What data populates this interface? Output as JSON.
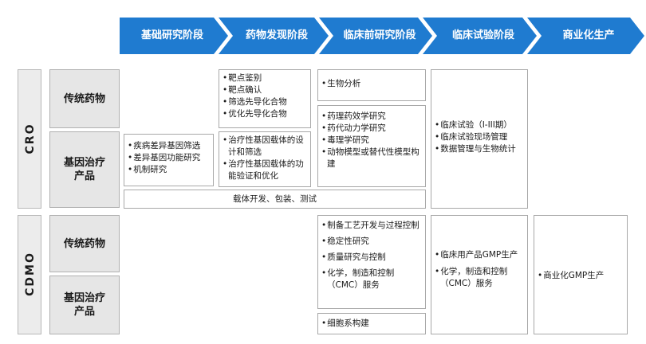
{
  "stages": [
    "基础研究阶段",
    "药物发现阶段",
    "临床前研究阶段",
    "临床试验阶段",
    "商业化生产"
  ],
  "colors": {
    "stage_blue": "#1f7bd0",
    "band_gray": "#ececec",
    "cell_gray": "#e6e6e6"
  },
  "cro": {
    "label": "CRO",
    "row1_label": "传统药物",
    "row2_label": "基因治疗\n产品",
    "discovery_items": [
      "靶点鉴别",
      "靶点确认",
      "筛选先导化合物",
      "优化先导化合物"
    ],
    "preclinical_trad": [
      "生物分析"
    ],
    "basic_gene": [
      "疾病差异基因筛选",
      "差异基因功能研究",
      "机制研究"
    ],
    "discovery_gene": [
      "治疗性基因载体的设计和筛选",
      "治疗性基因载体的功能验证和优化"
    ],
    "preclinical_shared": [
      "药理药效学研究",
      "药代动力学研究",
      "毒理学研究",
      "动物模型或替代性模型构建"
    ],
    "clinical_items": [
      "临床试验（I-III期）",
      "临床试验现场管理",
      "数据管理与生物统计"
    ],
    "vector_bar": "载体开发、包装、测试"
  },
  "cdmo": {
    "label": "CDMO",
    "row1_label": "传统药物",
    "row2_label": "基因治疗\n产品",
    "preclinical_items": [
      "制备工艺开发与过程控制",
      "稳定性研究",
      "质量研究与控制",
      "化学，制造和控制（CMC）服务"
    ],
    "cell_line": [
      "细胞系构建"
    ],
    "clinical_items": [
      "临床用产品GMP生产",
      "化学，制造和控制（CMC）服务"
    ],
    "commercial_items": [
      "商业化GMP生产"
    ]
  }
}
